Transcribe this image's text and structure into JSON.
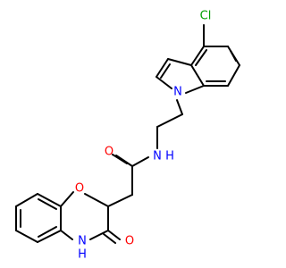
{
  "molecule": {
    "colors": {
      "bond": "#000000",
      "carbon": "#000000",
      "nitrogen": "#0000ff",
      "oxygen": "#ff0000",
      "chlorine": "#00a000"
    },
    "labels": {
      "chlorine": "Cl",
      "indole_nitrogen": "N",
      "amide_nitrogen": "N",
      "amide_hydrogen": "H",
      "amide_oxygen": "O",
      "ring_oxygen": "O",
      "lactam_nitrogen": "N",
      "lactam_hydrogen": "H",
      "lactam_oxygen": "O"
    }
  }
}
